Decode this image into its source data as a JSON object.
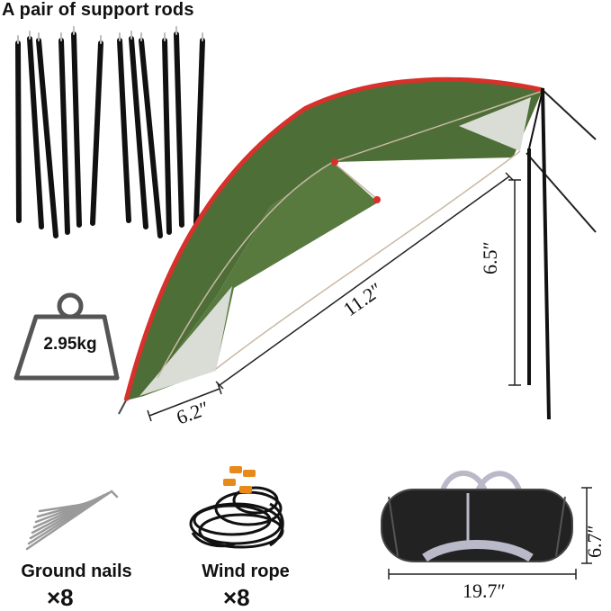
{
  "header": {
    "title": "A pair of support rods"
  },
  "weight": {
    "value": "2.95kg"
  },
  "dimensions": {
    "tarp_length": "11.2″",
    "tarp_width": "6.2″",
    "pole_height": "6.5″",
    "bag_length": "19.7″",
    "bag_height": "6.7″"
  },
  "accessories": [
    {
      "label": "Ground nails",
      "count": "×8"
    },
    {
      "label": "Wind rope",
      "count": "×8"
    }
  ],
  "colors": {
    "tarp_green": "#4e6e37",
    "tarp_edge_red": "#d8302a",
    "tarp_underside": "#d9ddd6",
    "pole_black": "#111111",
    "bag_black": "#222222"
  }
}
